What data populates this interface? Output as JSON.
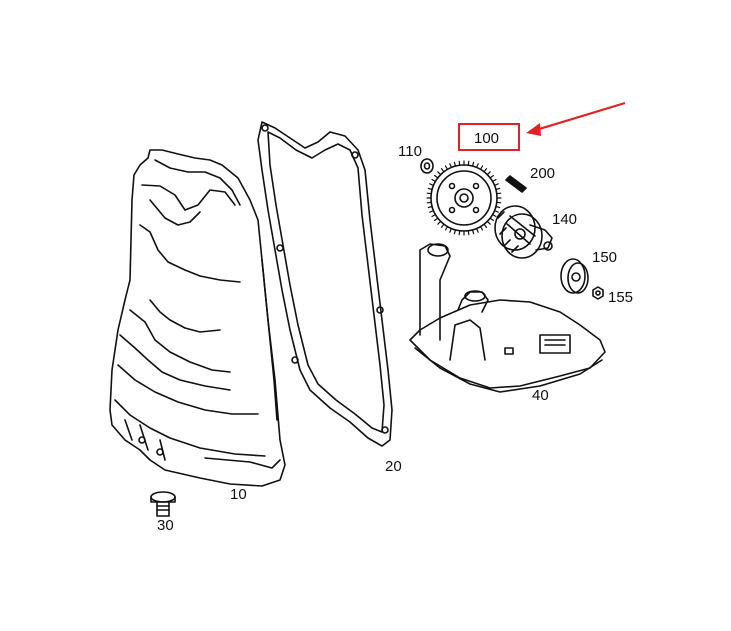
{
  "diagram": {
    "labels": {
      "p10": "10",
      "p20": "20",
      "p30": "30",
      "p40": "40",
      "p100": "100",
      "p110": "110",
      "p140": "140",
      "p150": "150",
      "p155": "155",
      "p200": "200"
    },
    "highlight": {
      "part": "100",
      "color": "#e02222"
    }
  }
}
